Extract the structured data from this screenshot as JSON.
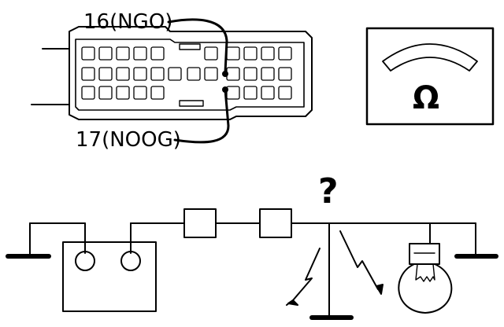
{
  "connector": {
    "pin_top_label": "16(NGO)",
    "pin_bottom_label": "17(NOOG)"
  },
  "meter": {
    "symbol": "Ω",
    "symbol_name": "ohm-symbol"
  },
  "circuit": {
    "question_mark": "?"
  },
  "colors": {
    "ink": "#000000",
    "paper": "#ffffff"
  }
}
